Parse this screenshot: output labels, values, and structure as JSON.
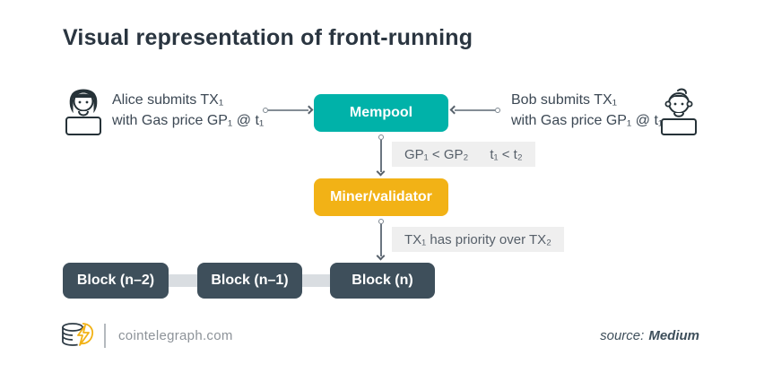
{
  "title": "Visual representation of front-running",
  "actors": {
    "alice": {
      "line1": "Alice submits TX₁",
      "line2": "with Gas price GP₁ @ t₁"
    },
    "bob": {
      "line1": "Bob submits TX₁",
      "line2": "with Gas price GP₁ @ t₁"
    }
  },
  "nodes": {
    "mempool": {
      "label": "Mempool"
    },
    "miner": {
      "label": "Miner/validator"
    }
  },
  "edge_labels": {
    "mempool_to_miner": {
      "part1": "GP₁ < GP₂",
      "part2": "t₁ < t₂"
    },
    "miner_to_block": "TX₁ has priority over TX₂"
  },
  "blocks": [
    {
      "label": "Block (n–2)"
    },
    {
      "label": "Block (n–1)"
    },
    {
      "label": "Block (n)"
    }
  ],
  "footer": {
    "site": "cointelegraph.com",
    "source_prefix": "source:",
    "source_name": "Medium"
  },
  "colors": {
    "mempool_teal": "#00b2a9",
    "miner_amber": "#f2b216",
    "block_slate": "#3e4f5b",
    "label_gray_bg": "#efefef",
    "connector_gray": "#d9dde1",
    "title_text": "#2a3540",
    "logo_gold": "#f2b216"
  }
}
